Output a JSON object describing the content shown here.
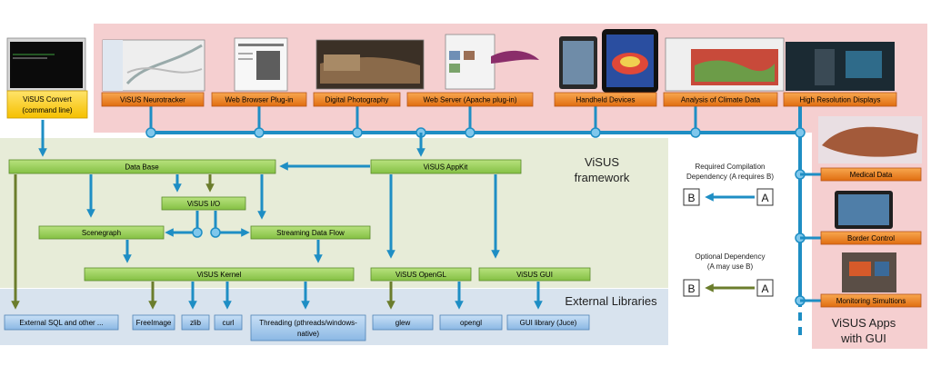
{
  "colors": {
    "apps_region": "#f5cfd0",
    "framework_region": "#e7ecd8",
    "external_region": "#d8e3ee",
    "green_box": "#9ad05a",
    "orange_box": "#f08a24",
    "yellow_box": "#ffd23a",
    "blue_box": "#9ec5ea",
    "blue_line": "#1e8ec4",
    "olive_line": "#6b7d2c"
  },
  "apps": {
    "convert": {
      "line1": "ViSUS Convert",
      "line2": "(command line)"
    },
    "neurotracker": "ViSUS Neurotracker",
    "browser": "Web Browser Plug-in",
    "photography": "Digital Photography",
    "webserver": "Web Server (Apache plug-in)",
    "handheld": "Handheld Devices",
    "climate": "Analysis of Climate Data",
    "displays": "High Resolution Displays",
    "medical": "Medical Data",
    "border": "Border Control",
    "monitoring": "Monitoring Simultions"
  },
  "framework": {
    "title_line1": "ViSUS",
    "title_line2": "framework",
    "database": "Data Base",
    "appkit": "ViSUS AppKit",
    "io": "ViSUS I/O",
    "scenegraph": "Scenegraph",
    "streaming": "Streaming Data Flow",
    "kernel": "ViSUS Kernel",
    "opengl": "ViSUS OpenGL",
    "gui": "ViSUS GUI"
  },
  "external": {
    "title": "External Libraries",
    "sql": "External SQL and other ...",
    "freeimage": "FreeImage",
    "zlib": "zlib",
    "curl": "curl",
    "threading_line1": "Threading (pthreads/windows-",
    "threading_line2": "native)",
    "glew": "glew",
    "opengl": "opengl",
    "guilib": "GUI library (Juce)"
  },
  "legend": {
    "required_line1": "Required Compilation",
    "required_line2": "Dependency (A requires B)",
    "optional_line1": "Optional Dependency",
    "optional_line2": "(A may use B)",
    "a": "A",
    "b": "B"
  },
  "apps_region": {
    "line1": "ViSUS Apps",
    "line2": "with GUI"
  }
}
